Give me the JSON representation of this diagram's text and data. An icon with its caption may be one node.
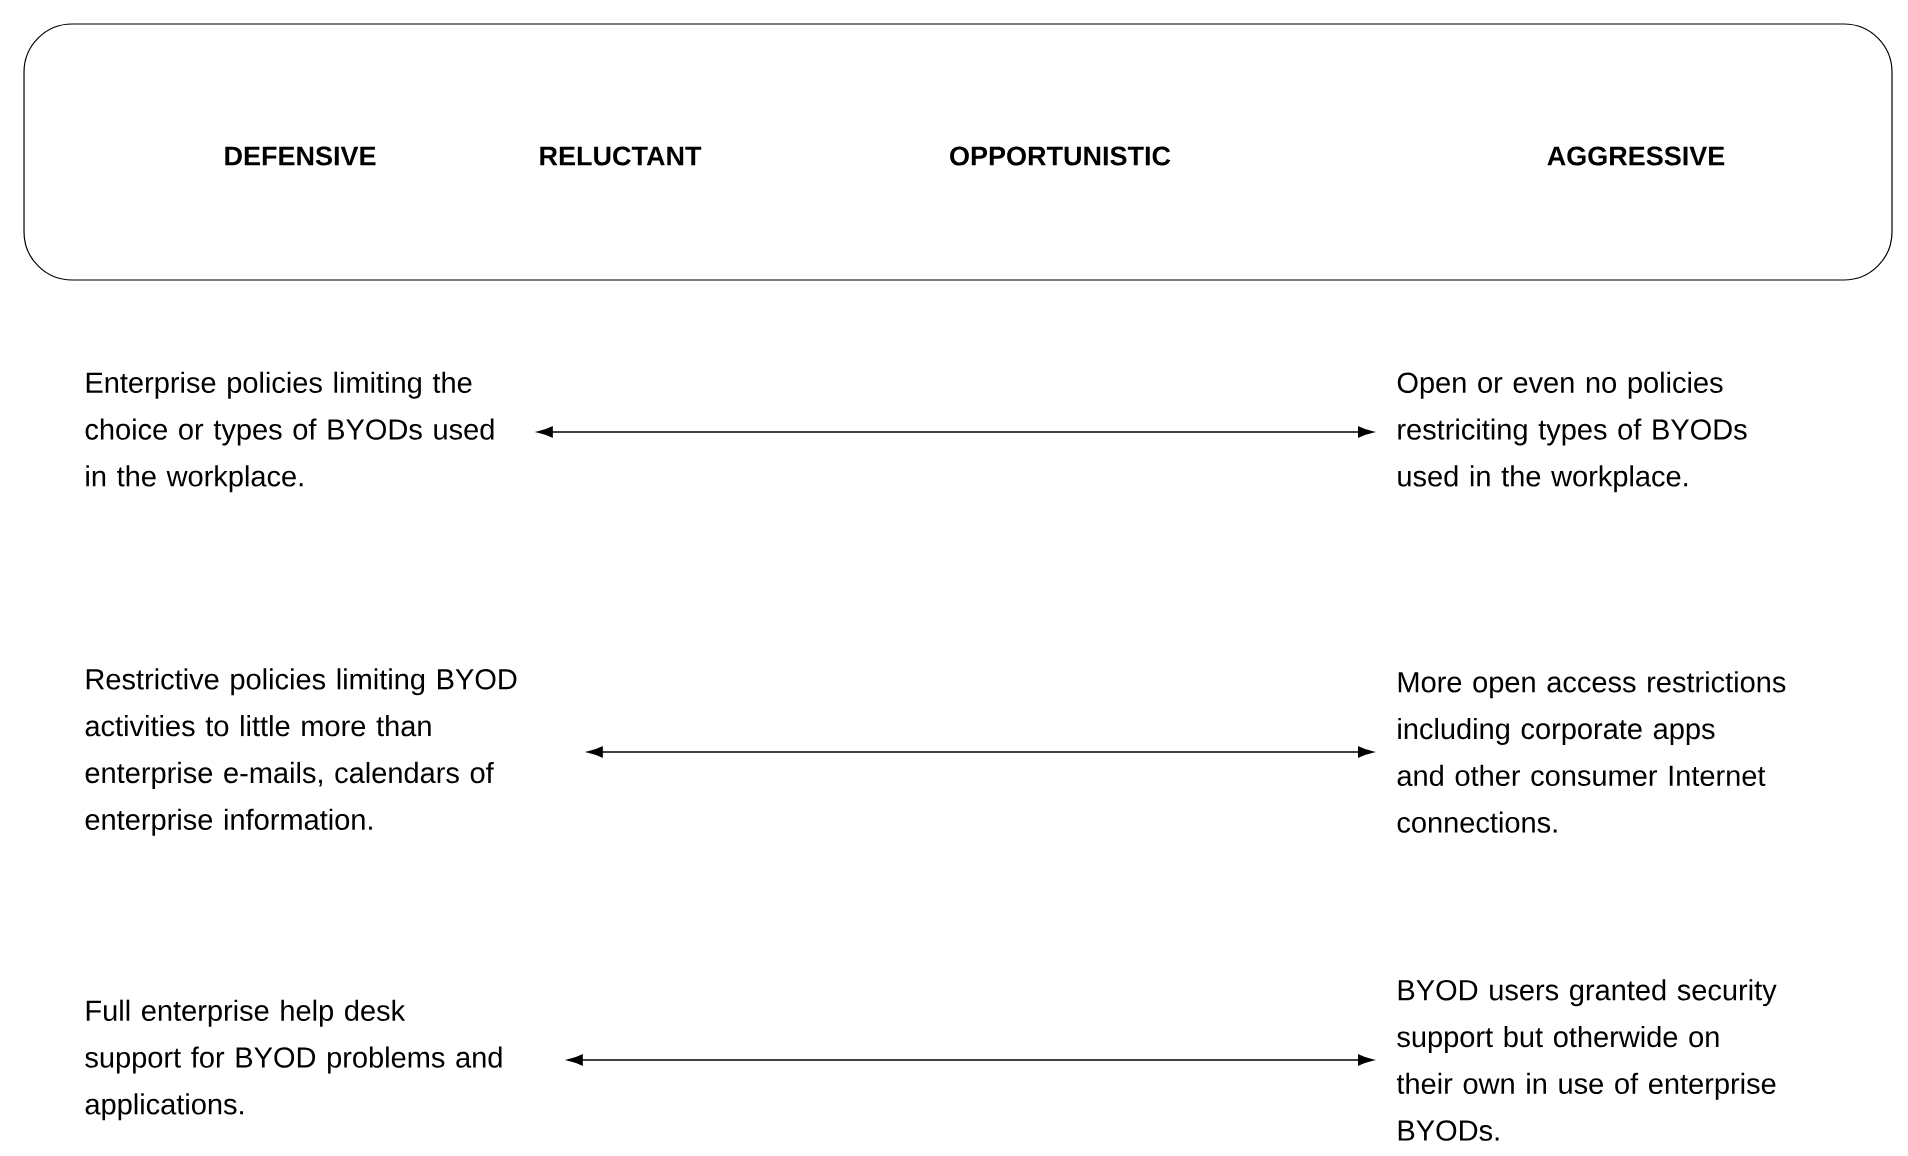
{
  "diagram": {
    "nodes": [
      {
        "text": [
          "DEFENSIVE",
          "RELUCTANT",
          "OPPORTUNISTIC",
          "AGGRESSIVE"
        ]
      },
      {
        "text": [
          "Enterprise policies limiting the choice or types of BYODs used in the workplace."
        ]
      },
      {
        "text": [
          "Open or even no policies restriciting types of BYODs used in the workplace."
        ]
      },
      {
        "text": [
          "Restrictive policies limiting BYOD activities to little more than enterprise e-mails, calendars of enterprise information."
        ]
      },
      {
        "text": [
          "More open access restrictions including corporate apps and other consumer Internet connections."
        ]
      },
      {
        "text": [
          "Full enterprise help desk support for BYOD problems and applications."
        ]
      },
      {
        "text": [
          "BYOD users granted security support but otherwide on their own in use of enterprise BYODs."
        ]
      }
    ],
    "edges": [
      {
        "from": 1,
        "to": 2,
        "arrow": "both"
      },
      {
        "from": 3,
        "to": 4,
        "arrow": "both"
      },
      {
        "from": 5,
        "to": 6,
        "arrow": "both"
      }
    ]
  }
}
